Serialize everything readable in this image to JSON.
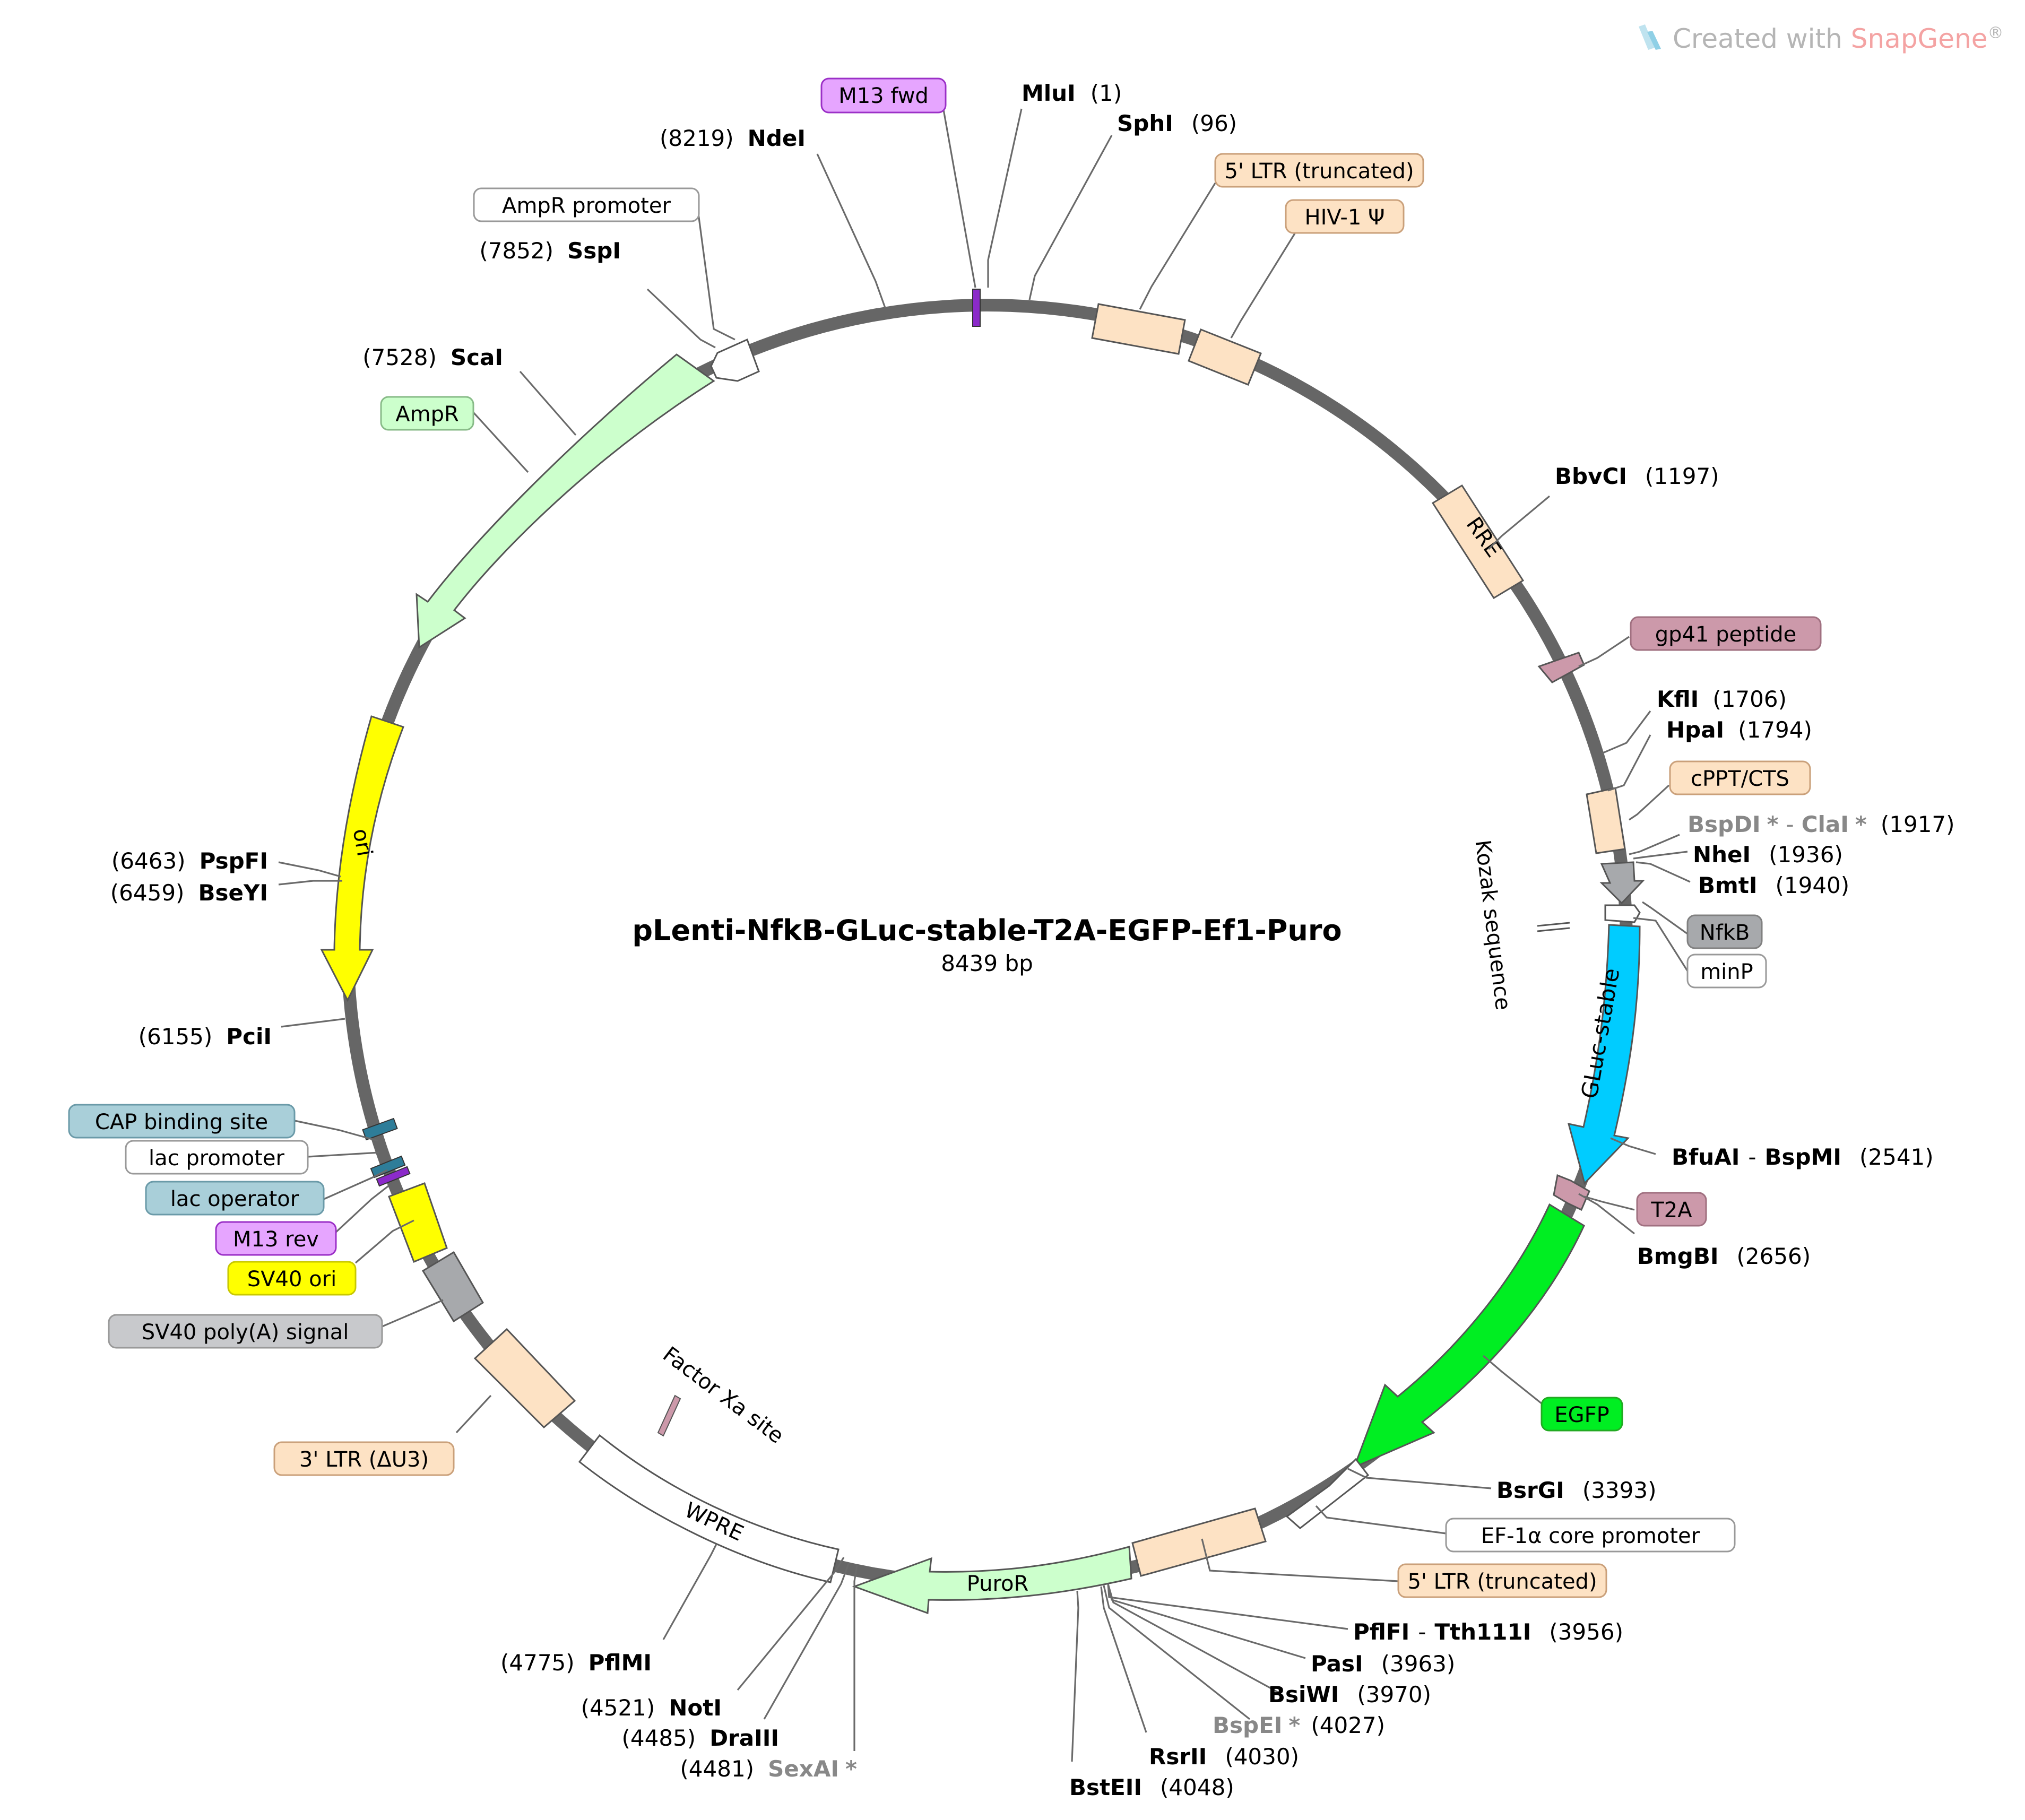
{
  "watermark": {
    "prefix": "Created with ",
    "brand": "SnapGene",
    "suffix": "®"
  },
  "map": {
    "name": "pLenti-NfkB-GLuc-stable-T2A-EGFP-Ef1-Puro",
    "length": "8439 bp"
  },
  "colors": {
    "backbone": "#666666",
    "ltr": "#fde2c4",
    "ampr": "#ccffcc",
    "ori": "#ffff00",
    "gluc": "#00ccff",
    "egfp": "#00ee22",
    "puror": "#ccffcc",
    "peptide": "#cc99aa",
    "gray_feature": "#a7a9ac",
    "primer": "#e6a5ff",
    "protein_bind": "#a9cfd9",
    "white_feature": "#ffffff",
    "nonunique_site": "#888888"
  },
  "sites": {
    "mlui": {
      "name": "MluI",
      "pos": "(1)"
    },
    "sphi": {
      "name": "SphI",
      "pos": "(96)"
    },
    "ndei": {
      "name": "NdeI",
      "pos": "(8219)"
    },
    "sspi": {
      "name": "SspI",
      "pos": "(7852)"
    },
    "scai": {
      "name": "ScaI",
      "pos": "(7528)"
    },
    "bbvci": {
      "name": "BbvCI",
      "pos": "(1197)"
    },
    "kfli": {
      "name": "KflI",
      "pos": "(1706)"
    },
    "hpai": {
      "name": "HpaI",
      "pos": "(1794)"
    },
    "bspdi": {
      "name": "BspDI",
      "star": "*",
      "sep": "-",
      "name2": "ClaI",
      "star2": "*",
      "pos": "(1917)"
    },
    "nhei": {
      "name": "NheI",
      "pos": "(1936)"
    },
    "bmti": {
      "name": "BmtI",
      "pos": "(1940)"
    },
    "bfuai": {
      "name": "BfuAI",
      "sep": "-",
      "name2": "BspMI",
      "pos": "(2541)"
    },
    "bmgbi": {
      "name": "BmgBI",
      "pos": "(2656)"
    },
    "bsrgi": {
      "name": "BsrGI",
      "pos": "(3393)"
    },
    "pflfi": {
      "name": "PflFI",
      "sep": "-",
      "name2": "Tth111I",
      "pos": "(3956)"
    },
    "pasi": {
      "name": "PasI",
      "pos": "(3963)"
    },
    "bsiwi": {
      "name": "BsiWI",
      "pos": "(3970)"
    },
    "bspei": {
      "name": "BspEI",
      "star": "*",
      "pos": "(4027)"
    },
    "rsrii": {
      "name": "RsrII",
      "pos": "(4030)"
    },
    "bsteii": {
      "name": "BstEII",
      "pos": "(4048)"
    },
    "pflmi": {
      "name": "PflMI",
      "pos": "(4775)"
    },
    "noti": {
      "name": "NotI",
      "pos": "(4521)"
    },
    "draiii": {
      "name": "DraIII",
      "pos": "(4485)"
    },
    "sexai": {
      "name": "SexAI",
      "star": "*",
      "pos": "(4481)"
    },
    "pspfi": {
      "name": "PspFI",
      "pos": "(6463)"
    },
    "bseyi": {
      "name": "BseYI",
      "pos": "(6459)"
    },
    "pcii": {
      "name": "PciI",
      "pos": "(6155)"
    }
  },
  "features": {
    "m13fwd": "M13 fwd",
    "ltr5a": "5' LTR (truncated)",
    "hiv": "HIV-1 Ψ",
    "rre": "RRE",
    "gp41": "gp41 peptide",
    "cppt": "cPPT/CTS",
    "kozak": "Kozak sequence",
    "nfkb": "NfkB",
    "minp": "minP",
    "gluc": "GLuc-stable",
    "t2a": "T2A",
    "egfp": "EGFP",
    "ef1a": "EF-1α core promoter",
    "ltr5b": "5' LTR (truncated)",
    "puror": "PuroR",
    "wpre": "WPRE",
    "factorxa": "Factor Xa site",
    "ltr3": "3' LTR (ΔU3)",
    "sv40pa": "SV40 poly(A) signal",
    "sv40ori": "SV40 ori",
    "m13rev": "M13 rev",
    "lacop": "lac operator",
    "lacprom": "lac promoter",
    "cap": "CAP binding site",
    "ori": "ori",
    "ampr": "AmpR",
    "ampprom": "AmpR promoter"
  }
}
